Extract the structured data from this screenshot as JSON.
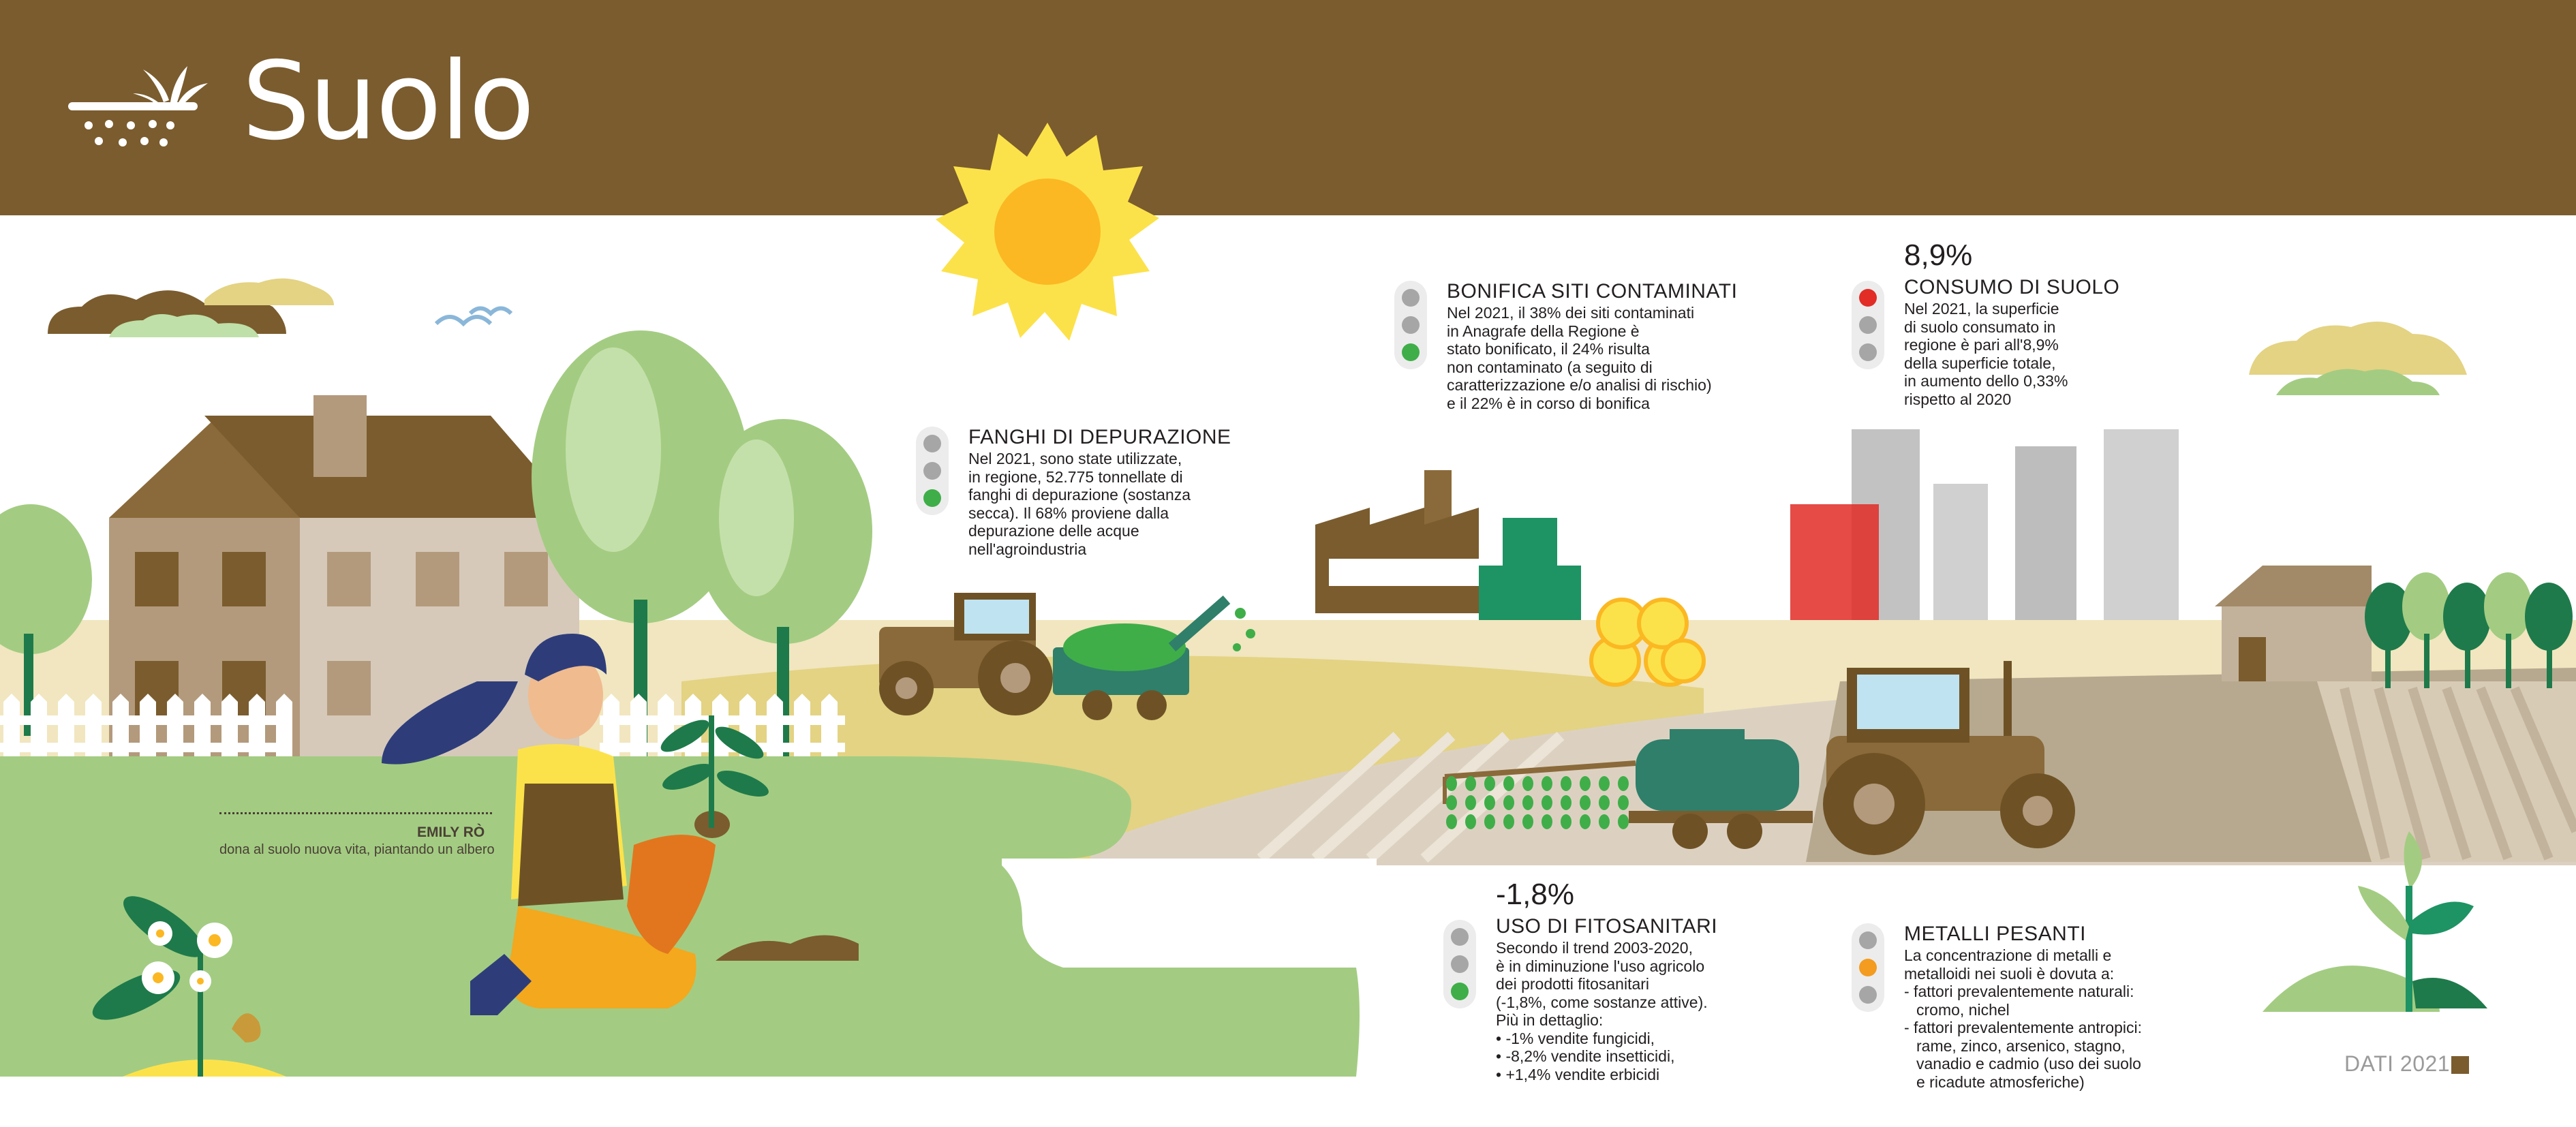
{
  "header": {
    "title": "Suolo",
    "logo_icon": "soil-plant-icon",
    "bar_color": "#7b5c2e"
  },
  "colors": {
    "brown": "#7b5c2e",
    "green_light": "#a3cc82",
    "green_dark": "#1e7a4a",
    "sun": "#fbb823",
    "red": "#e22c26",
    "amber": "#f39c1f",
    "green_ok": "#3fae49"
  },
  "indicators": [
    {
      "id": "fanghi",
      "title": "FANGHI DI DEPURAZIONE",
      "big": "",
      "traffic_light": "green",
      "body": [
        "Nel 2021, sono state utilizzate,",
        "in regione, 52.775 tonnellate di",
        "fanghi di depurazione (sostanza",
        "secca). Il 68% proviene dalla",
        "depurazione delle acque",
        "nell'agroindustria"
      ]
    },
    {
      "id": "bonifica",
      "title": "BONIFICA SITI CONTAMINATI",
      "big": "",
      "traffic_light": "green",
      "body": [
        "Nel 2021, il 38% dei siti contaminati",
        "in Anagrafe della Regione è",
        "stato bonificato, il 24% risulta",
        "non contaminato (a seguito di",
        "caratterizzazione e/o analisi di rischio)",
        "e il 22% è in corso di bonifica"
      ]
    },
    {
      "id": "consumo",
      "title": "CONSUMO DI SUOLO",
      "big": "8,9%",
      "traffic_light": "red",
      "body": [
        "Nel 2021, la superficie",
        "di suolo consumato in",
        "regione è pari all'8,9%",
        "della superficie totale,",
        "in aumento dello 0,33%",
        "rispetto al 2020"
      ]
    },
    {
      "id": "fitosanitari",
      "title": "USO DI FITOSANITARI",
      "big": "-1,8%",
      "traffic_light": "green",
      "body": [
        "Secondo il trend 2003-2020,",
        "è in diminuzione l'uso agricolo",
        "dei prodotti fitosanitari",
        "(-1,8%, come sostanze attive).",
        "Più in dettaglio:",
        "• -1% vendite fungicidi,",
        "• -8,2% vendite insetticidi,",
        "• +1,4% vendite erbicidi"
      ]
    },
    {
      "id": "metalli",
      "title": "METALLI PESANTI",
      "big": "",
      "traffic_light": "amber",
      "body": [
        "La concentrazione di metalli e",
        "metalloidi nei suoli è dovuta a:",
        "- fattori prevalentemente naturali:",
        "  cromo, nichel",
        "- fattori prevalentemente antropici:",
        "  rame, zinco, arsenico, stagno,",
        "  vanadio e cadmio (uso dei suolo",
        "  e ricadute atmosferiche)"
      ]
    }
  ],
  "credit": {
    "name": "EMILY RÒ",
    "caption": "dona al suolo nuova vita, piantando un albero"
  },
  "footer": {
    "label": "DATI 2021"
  }
}
